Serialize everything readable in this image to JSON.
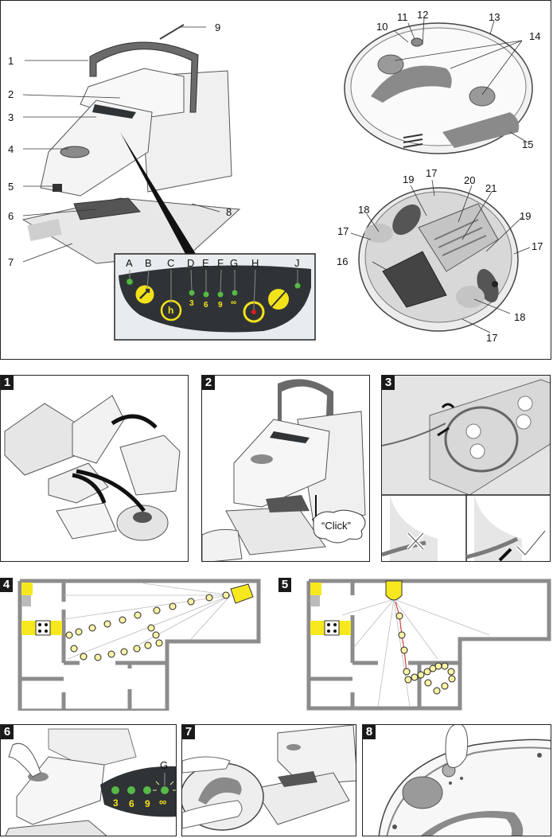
{
  "overview": {
    "base_station_labels": [
      "1",
      "2",
      "3",
      "4",
      "5",
      "6",
      "7",
      "8",
      "9"
    ],
    "robot_top_labels": [
      "10",
      "11",
      "12",
      "13",
      "14",
      "15"
    ],
    "robot_bottom_labels": [
      "16",
      "17",
      "18",
      "19",
      "20",
      "21"
    ],
    "control_panel": {
      "letters": [
        "A",
        "B",
        "C",
        "D",
        "E",
        "F",
        "G",
        "H",
        "J"
      ],
      "timer_values": [
        "3",
        "6",
        "9",
        "∞"
      ],
      "button_c_glyph": "h"
    }
  },
  "steps": [
    {
      "num": "1"
    },
    {
      "num": "2",
      "callout": "“Click”"
    },
    {
      "num": "3"
    },
    {
      "num": "4"
    },
    {
      "num": "5"
    },
    {
      "num": "6",
      "indicator_letter": "G",
      "timer_values": [
        "3",
        "6",
        "9",
        "∞"
      ]
    },
    {
      "num": "7"
    },
    {
      "num": "8"
    }
  ],
  "colors": {
    "indicator_yellow": "#f2e21a",
    "led_green": "#57b947",
    "led_red": "#e01d1d",
    "panel_dark": "#2f3336",
    "map_wall": "#8c8c8c",
    "map_yellow": "#f7e81e",
    "path_red": "#c8463a"
  }
}
